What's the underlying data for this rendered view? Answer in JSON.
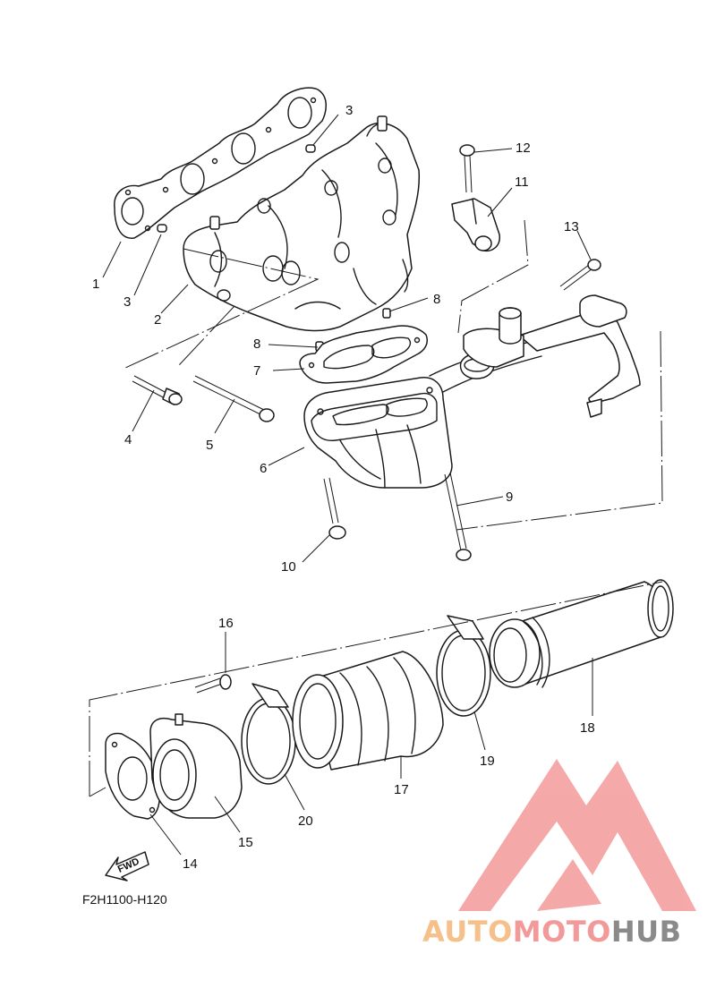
{
  "callouts": [
    "1",
    "2",
    "3",
    "4",
    "5",
    "6",
    "7",
    "8",
    "9",
    "10",
    "11",
    "12",
    "13",
    "14",
    "15",
    "16",
    "17",
    "18",
    "19",
    "20"
  ],
  "fwd_label": "FWD",
  "ref_code": "F2H1100-H120",
  "watermark": {
    "part1": "AUTO",
    "part2": "MOTO",
    "part3": "HUB",
    "color1": "#f6c08a",
    "color2": "#f29a9a",
    "color3": "#8a8a8a",
    "logo_color": "#f39a9a"
  }
}
